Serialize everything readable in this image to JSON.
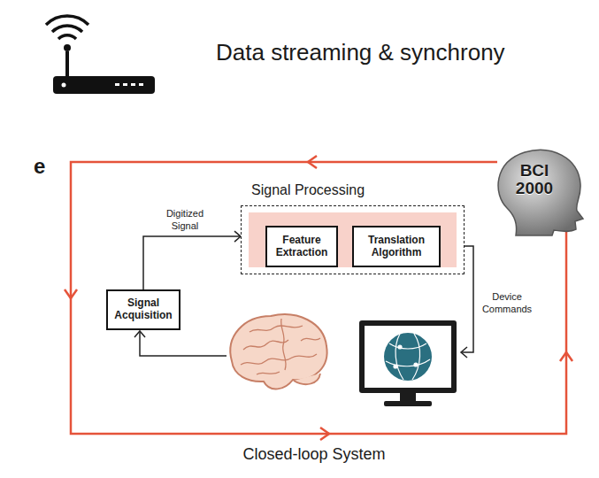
{
  "diagram": {
    "title": "Data streaming & synchrony",
    "nodes": [
      {
        "text": [
          "Signal Processing"
        ]
      },
      {
        "text": [
          "Feature Extraction"
        ],
        "in": 0
      },
      {
        "text": [
          "Translation Algorithm"
        ],
        "in": 0
      },
      {
        "text": [
          "Signal Acquisition"
        ]
      },
      {
        "text": [
          "BCI 2000"
        ]
      }
    ],
    "edges": [
      {
        "from": 3,
        "to": 0,
        "label": "Digitized Signal",
        "arrow": "to"
      }
    ],
    "labels": [
      "e",
      "Device Commands",
      "Closed-loop System"
    ]
  }
}
